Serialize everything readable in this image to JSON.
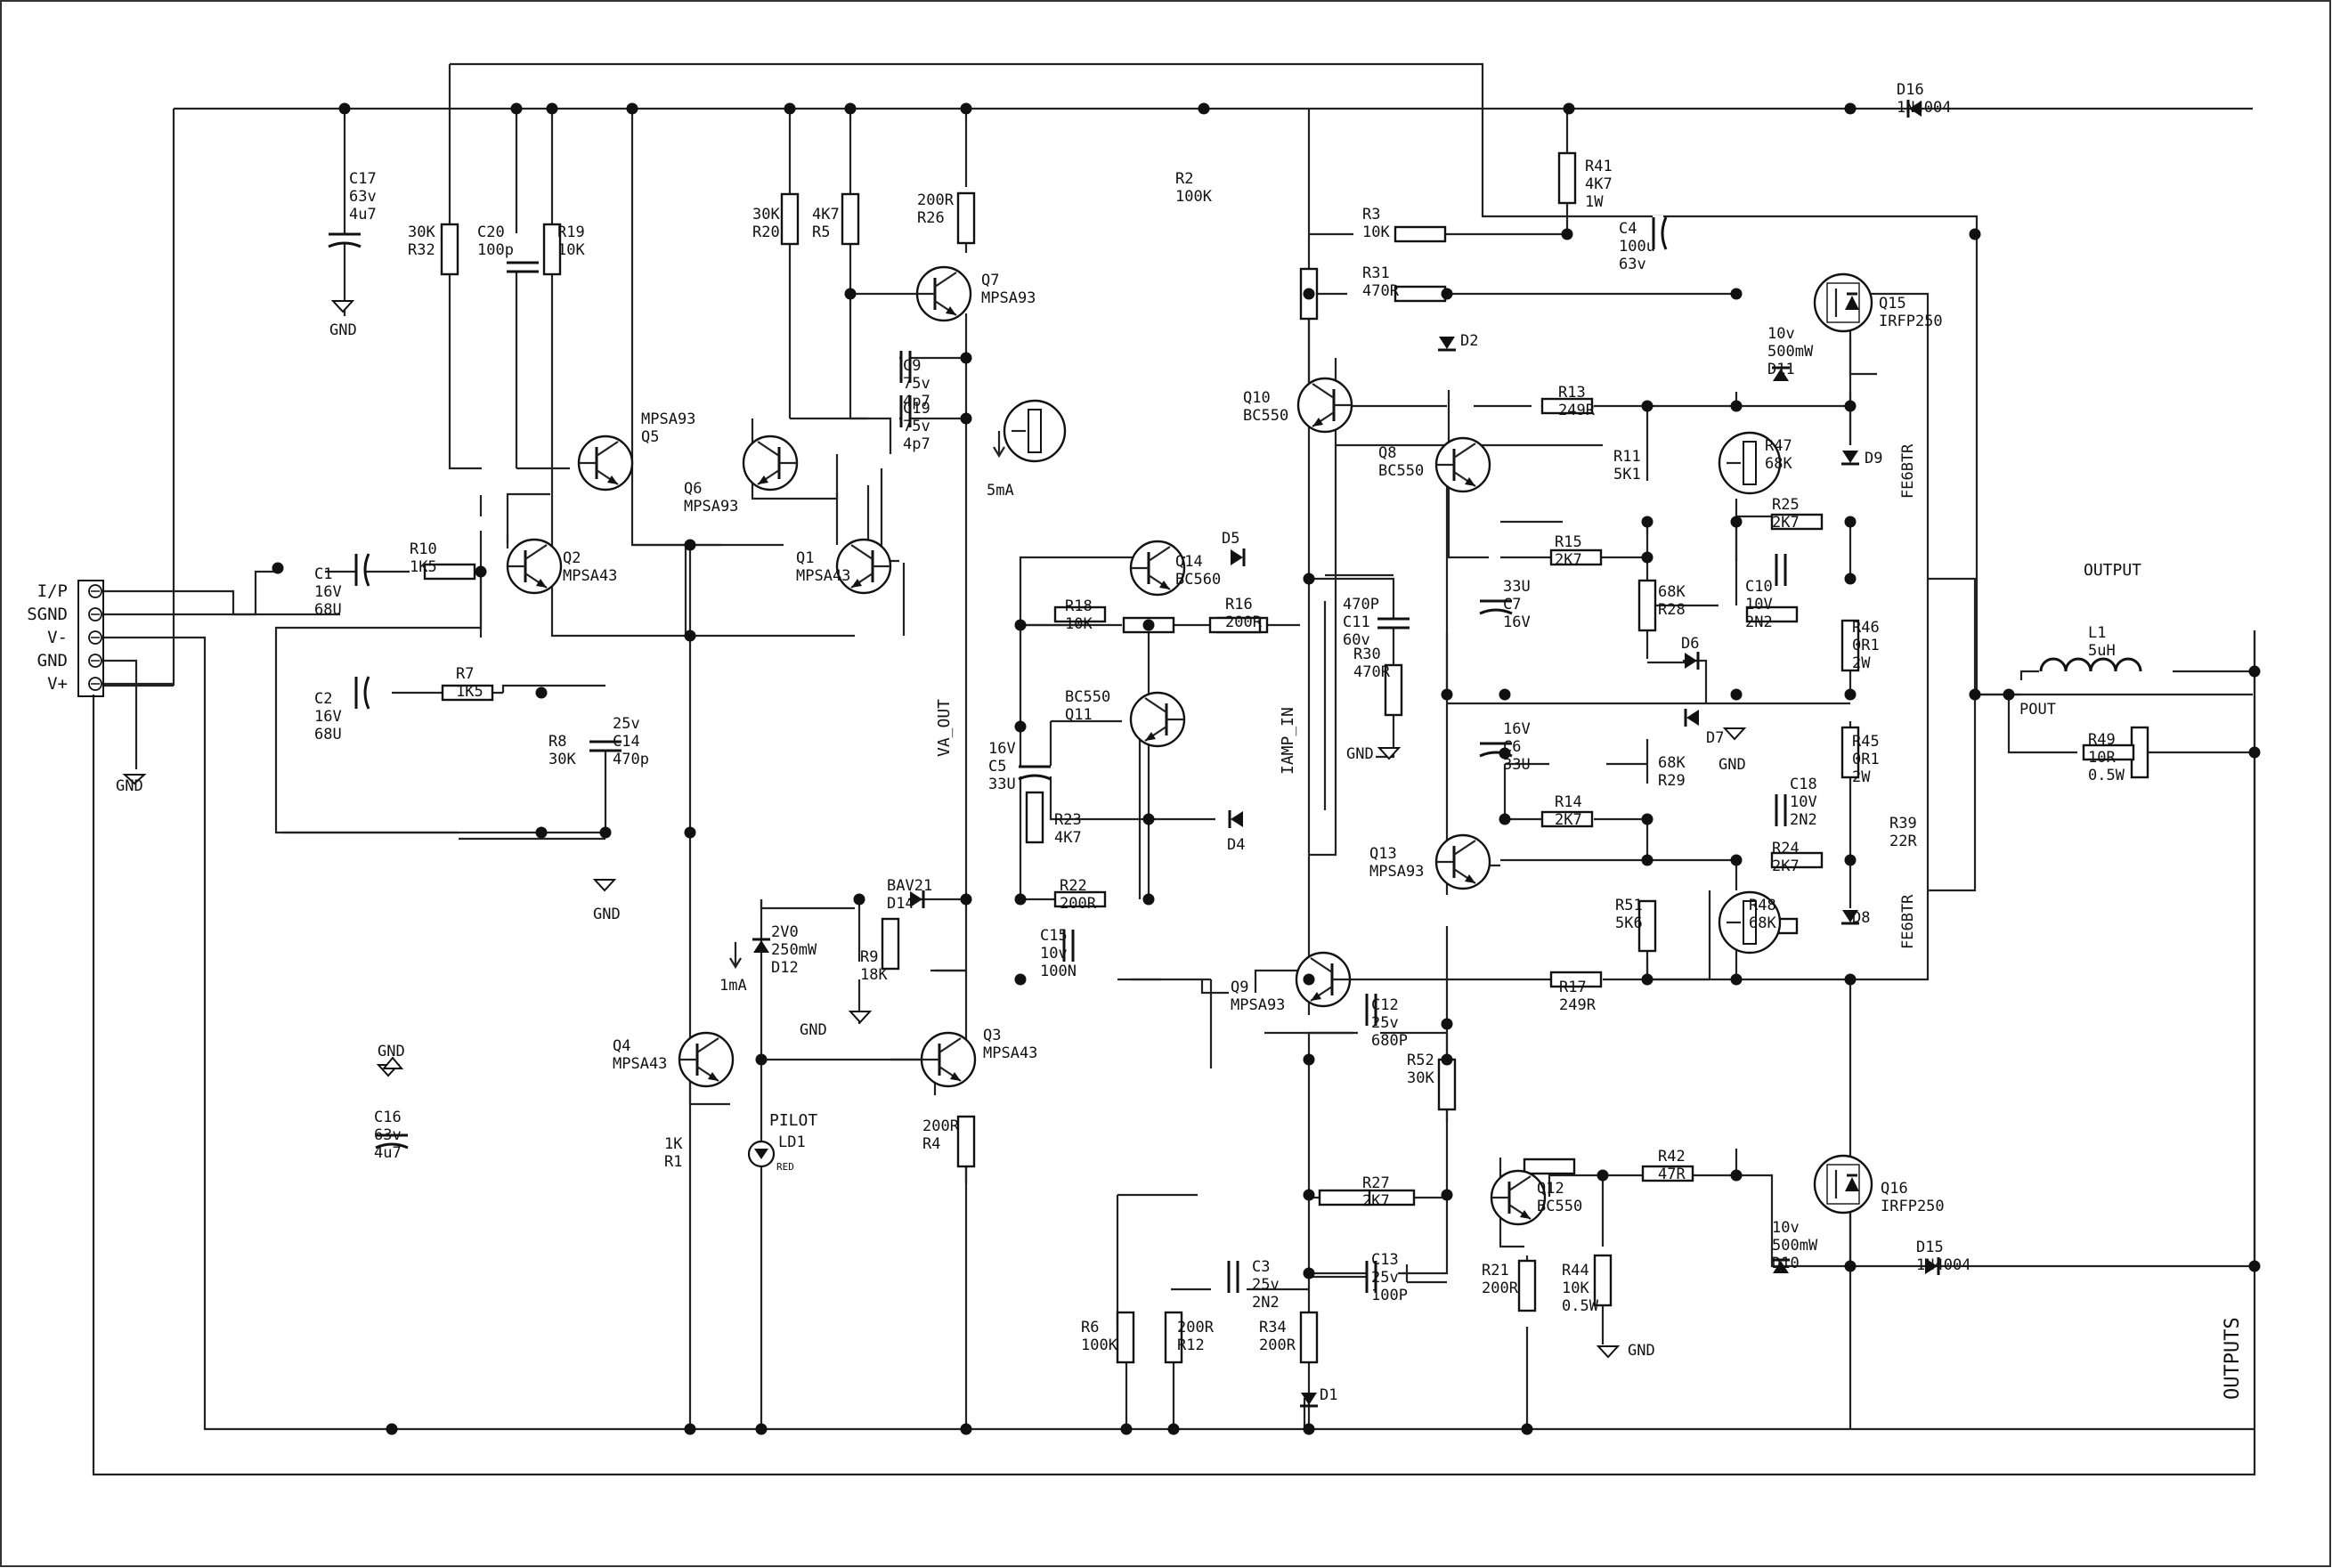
{
  "connector": {
    "pins": [
      "I/P",
      "SGND",
      "V-",
      "GND",
      "V+"
    ]
  },
  "labels": {
    "gnd": "GND",
    "output": "OUTPUT",
    "outputs": "OUTPUTS",
    "pout": "POUT",
    "va_out": "VA_OUT",
    "iamp_in": "IAMP_IN",
    "current_5ma": "5mA",
    "current_1ma": "1mA",
    "pilot": "PILOT",
    "red": "RED",
    "fe6btr_a": "FE6BTR",
    "fe6btr_b": "FE6BTR"
  },
  "components": [
    {
      "ref": "C17",
      "lines": [
        "C17",
        "63v",
        "4u7"
      ]
    },
    {
      "ref": "R32",
      "lines": [
        "30K",
        "R32"
      ]
    },
    {
      "ref": "C20",
      "lines": [
        "C20",
        "100p"
      ]
    },
    {
      "ref": "R19",
      "lines": [
        "R19",
        "10K"
      ]
    },
    {
      "ref": "R20",
      "lines": [
        "30K",
        "R20"
      ]
    },
    {
      "ref": "R5",
      "lines": [
        "4K7",
        "R5"
      ]
    },
    {
      "ref": "R26",
      "lines": [
        "200R",
        "R26"
      ]
    },
    {
      "ref": "Q7",
      "lines": [
        "Q7",
        "MPSA93"
      ]
    },
    {
      "ref": "C9",
      "lines": [
        "C9",
        "75v",
        "4p7"
      ]
    },
    {
      "ref": "C19",
      "lines": [
        "C19",
        "75v",
        "4p7"
      ]
    },
    {
      "ref": "Q5",
      "lines": [
        "MPSA93",
        "Q5"
      ]
    },
    {
      "ref": "Q6",
      "lines": [
        "Q6",
        "MPSA93"
      ]
    },
    {
      "ref": "Q2",
      "lines": [
        "Q2",
        "MPSA43"
      ]
    },
    {
      "ref": "Q1",
      "lines": [
        "Q1",
        "MPSA43"
      ]
    },
    {
      "ref": "C1",
      "lines": [
        "C1",
        "16V",
        "68U"
      ]
    },
    {
      "ref": "R10",
      "lines": [
        "R10",
        "1K5"
      ]
    },
    {
      "ref": "C2",
      "lines": [
        "C2",
        "16V",
        "68U"
      ]
    },
    {
      "ref": "R7",
      "lines": [
        "R7",
        "1K5"
      ]
    },
    {
      "ref": "R8",
      "lines": [
        "R8",
        "30K"
      ]
    },
    {
      "ref": "C14",
      "lines": [
        "25v",
        "C14",
        "470p"
      ]
    },
    {
      "ref": "R2",
      "lines": [
        "R2",
        "100K"
      ]
    },
    {
      "ref": "R41",
      "lines": [
        "R41",
        "4K7",
        "1W"
      ]
    },
    {
      "ref": "R3",
      "lines": [
        "R3",
        "10K"
      ]
    },
    {
      "ref": "C4",
      "lines": [
        "C4",
        "100u",
        "63v"
      ]
    },
    {
      "ref": "R31",
      "lines": [
        "R31",
        "470R"
      ]
    },
    {
      "ref": "D16",
      "lines": [
        "D16",
        "1N4004"
      ]
    },
    {
      "ref": "Q15",
      "lines": [
        "Q15",
        "IRFP250"
      ]
    },
    {
      "ref": "D11",
      "lines": [
        "10v",
        "500mW",
        "D11"
      ]
    },
    {
      "ref": "D2",
      "lines": [
        "D2"
      ]
    },
    {
      "ref": "Q10",
      "lines": [
        "Q10",
        "BC550"
      ]
    },
    {
      "ref": "R13",
      "lines": [
        "R13",
        "249R"
      ]
    },
    {
      "ref": "Q8",
      "lines": [
        "Q8",
        "BC550"
      ]
    },
    {
      "ref": "R11",
      "lines": [
        "R11",
        "5K1"
      ]
    },
    {
      "ref": "R47",
      "lines": [
        "R47",
        "68K"
      ]
    },
    {
      "ref": "D9",
      "lines": [
        "D9"
      ]
    },
    {
      "ref": "R25",
      "lines": [
        "R25",
        "2K7"
      ]
    },
    {
      "ref": "C10",
      "lines": [
        "C10",
        "10V",
        "2N2"
      ]
    },
    {
      "ref": "R46",
      "lines": [
        "R46",
        "0R1",
        "2W"
      ]
    },
    {
      "ref": "D5",
      "lines": [
        "D5"
      ]
    },
    {
      "ref": "Q14",
      "lines": [
        "Q14",
        "BC560"
      ]
    },
    {
      "ref": "R18",
      "lines": [
        "R18",
        "10K"
      ]
    },
    {
      "ref": "R16",
      "lines": [
        "R16",
        "200R"
      ]
    },
    {
      "ref": "C11",
      "lines": [
        "470P",
        "C11",
        "60v"
      ]
    },
    {
      "ref": "R30",
      "lines": [
        "R30",
        "470R"
      ]
    },
    {
      "ref": "R15",
      "lines": [
        "R15",
        "2K7"
      ]
    },
    {
      "ref": "C7",
      "lines": [
        "33U",
        "C7",
        "16V"
      ]
    },
    {
      "ref": "R28",
      "lines": [
        "68K",
        "R28"
      ]
    },
    {
      "ref": "D6",
      "lines": [
        "D6"
      ]
    },
    {
      "ref": "L1",
      "lines": [
        "L1",
        "5uH"
      ]
    },
    {
      "ref": "R49",
      "lines": [
        "R49",
        "10R",
        "0.5W"
      ]
    },
    {
      "ref": "Q11",
      "lines": [
        "BC550",
        "Q11"
      ]
    },
    {
      "ref": "C5",
      "lines": [
        "16V",
        "C5",
        "33U"
      ]
    },
    {
      "ref": "R23",
      "lines": [
        "R23",
        "4K7"
      ]
    },
    {
      "ref": "D7",
      "lines": [
        "D7"
      ]
    },
    {
      "ref": "C6",
      "lines": [
        "16V",
        "C6",
        "33U"
      ]
    },
    {
      "ref": "R29",
      "lines": [
        "68K",
        "R29"
      ]
    },
    {
      "ref": "R45",
      "lines": [
        "R45",
        "0R1",
        "2W"
      ]
    },
    {
      "ref": "C18",
      "lines": [
        "C18",
        "10V",
        "2N2"
      ]
    },
    {
      "ref": "D4",
      "lines": [
        "D4"
      ]
    },
    {
      "ref": "R14",
      "lines": [
        "R14",
        "2K7"
      ]
    },
    {
      "ref": "R39",
      "lines": [
        "R39",
        "22R"
      ]
    },
    {
      "ref": "Q13",
      "lines": [
        "Q13",
        "MPSA93"
      ]
    },
    {
      "ref": "R24",
      "lines": [
        "R24",
        "2K7"
      ]
    },
    {
      "ref": "D14",
      "lines": [
        "BAV21",
        "D14"
      ]
    },
    {
      "ref": "R22",
      "lines": [
        "R22",
        "200R"
      ]
    },
    {
      "ref": "D12",
      "lines": [
        "2V0",
        "250mW",
        "D12"
      ]
    },
    {
      "ref": "R9",
      "lines": [
        "R9",
        "18K"
      ]
    },
    {
      "ref": "C15",
      "lines": [
        "C15",
        "10v",
        "100N"
      ]
    },
    {
      "ref": "R51",
      "lines": [
        "R51",
        "5K6"
      ]
    },
    {
      "ref": "R48",
      "lines": [
        "R48",
        "68K"
      ]
    },
    {
      "ref": "D8",
      "lines": [
        "D8"
      ]
    },
    {
      "ref": "Q9",
      "lines": [
        "Q9",
        "MPSA93"
      ]
    },
    {
      "ref": "R17",
      "lines": [
        "R17",
        "249R"
      ]
    },
    {
      "ref": "C12",
      "lines": [
        "C12",
        "25v",
        "680P"
      ]
    },
    {
      "ref": "Q4",
      "lines": [
        "Q4",
        "MPSA43"
      ]
    },
    {
      "ref": "Q3",
      "lines": [
        "Q3",
        "MPSA43"
      ]
    },
    {
      "ref": "R52",
      "lines": [
        "R52",
        "30K"
      ]
    },
    {
      "ref": "C16",
      "lines": [
        "C16",
        "63v",
        "4u7"
      ]
    },
    {
      "ref": "R1",
      "lines": [
        "1K",
        "R1"
      ]
    },
    {
      "ref": "LD1",
      "lines": [
        "LD1"
      ]
    },
    {
      "ref": "R4",
      "lines": [
        "200R",
        "R4"
      ]
    },
    {
      "ref": "R27",
      "lines": [
        "R27",
        "2K7"
      ]
    },
    {
      "ref": "Q12",
      "lines": [
        "Q12",
        "BC550"
      ]
    },
    {
      "ref": "R42",
      "lines": [
        "R42",
        "47R"
      ]
    },
    {
      "ref": "Q16",
      "lines": [
        "Q16",
        "IRFP250"
      ]
    },
    {
      "ref": "D10",
      "lines": [
        "10v",
        "500mW",
        "D10"
      ]
    },
    {
      "ref": "D15",
      "lines": [
        "D15",
        "1N4004"
      ]
    },
    {
      "ref": "C3",
      "lines": [
        "C3",
        "25v",
        "2N2"
      ]
    },
    {
      "ref": "C13",
      "lines": [
        "C13",
        "25v",
        "100P"
      ]
    },
    {
      "ref": "R21",
      "lines": [
        "R21",
        "200R"
      ]
    },
    {
      "ref": "R44",
      "lines": [
        "R44",
        "10K",
        "0.5W"
      ]
    },
    {
      "ref": "R6",
      "lines": [
        "R6",
        "100K"
      ]
    },
    {
      "ref": "R12",
      "lines": [
        "200R",
        "R12"
      ]
    },
    {
      "ref": "R34",
      "lines": [
        "R34",
        "200R"
      ]
    },
    {
      "ref": "D1",
      "lines": [
        "D1"
      ]
    }
  ]
}
